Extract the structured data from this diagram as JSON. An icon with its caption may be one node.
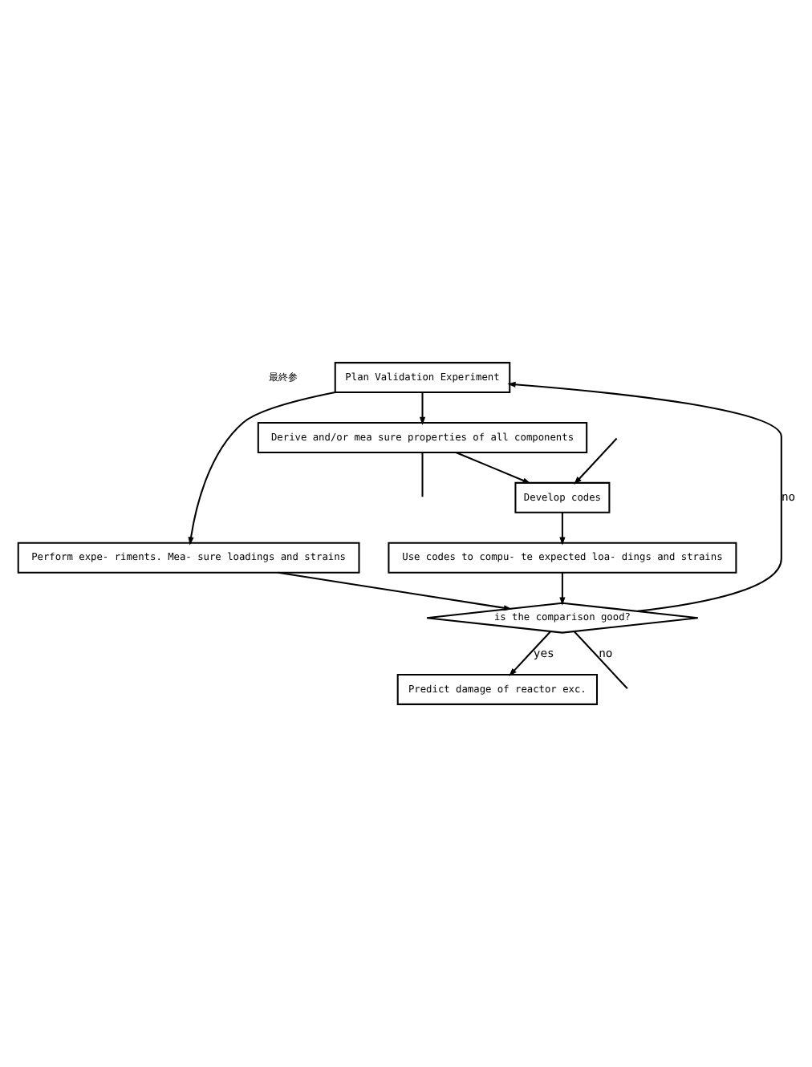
{
  "diagram": {
    "nodes": [
      {
        "text": [
          "Plan Validation Experiment"
        ]
      },
      {
        "text": [
          "Derive and/or mea sure properties of all components"
        ]
      },
      {
        "text": [
          "Develop codes"
        ]
      },
      {
        "text": [
          "Perform expe- riments. Mea- sure loadings and strains"
        ]
      },
      {
        "text": [
          "Use codes to compu- te expected loa- dings and strains"
        ]
      },
      {
        "text": [
          "is the comparison good?"
        ]
      },
      {
        "text": [
          "Predict damage of reactor exc."
        ]
      }
    ],
    "edges": [
      {
        "from": 0,
        "to": 1,
        "arrow": "to"
      },
      {
        "from": 0,
        "to": 3,
        "arrow": "to"
      },
      {
        "from": 1,
        "to": 2,
        "arrow": "to"
      },
      {
        "from": 2,
        "to": 4,
        "arrow": "to"
      },
      {
        "from": 3,
        "to": 5,
        "arrow": "to"
      },
      {
        "from": 4,
        "to": 5,
        "arrow": "to"
      },
      {
        "from": 5,
        "to": 0,
        "arrow": "to",
        "label": "no"
      },
      {
        "from": 5,
        "to": null,
        "arrow": "none",
        "label": "no"
      },
      {
        "from": 1,
        "to": null,
        "arrow": "none"
      },
      {
        "from": null,
        "to": 2,
        "arrow": "to"
      },
      {
        "from": 5,
        "to": 6,
        "arrow": "to",
        "label": "yes"
      }
    ],
    "labels": [
      "最終参"
    ]
  }
}
